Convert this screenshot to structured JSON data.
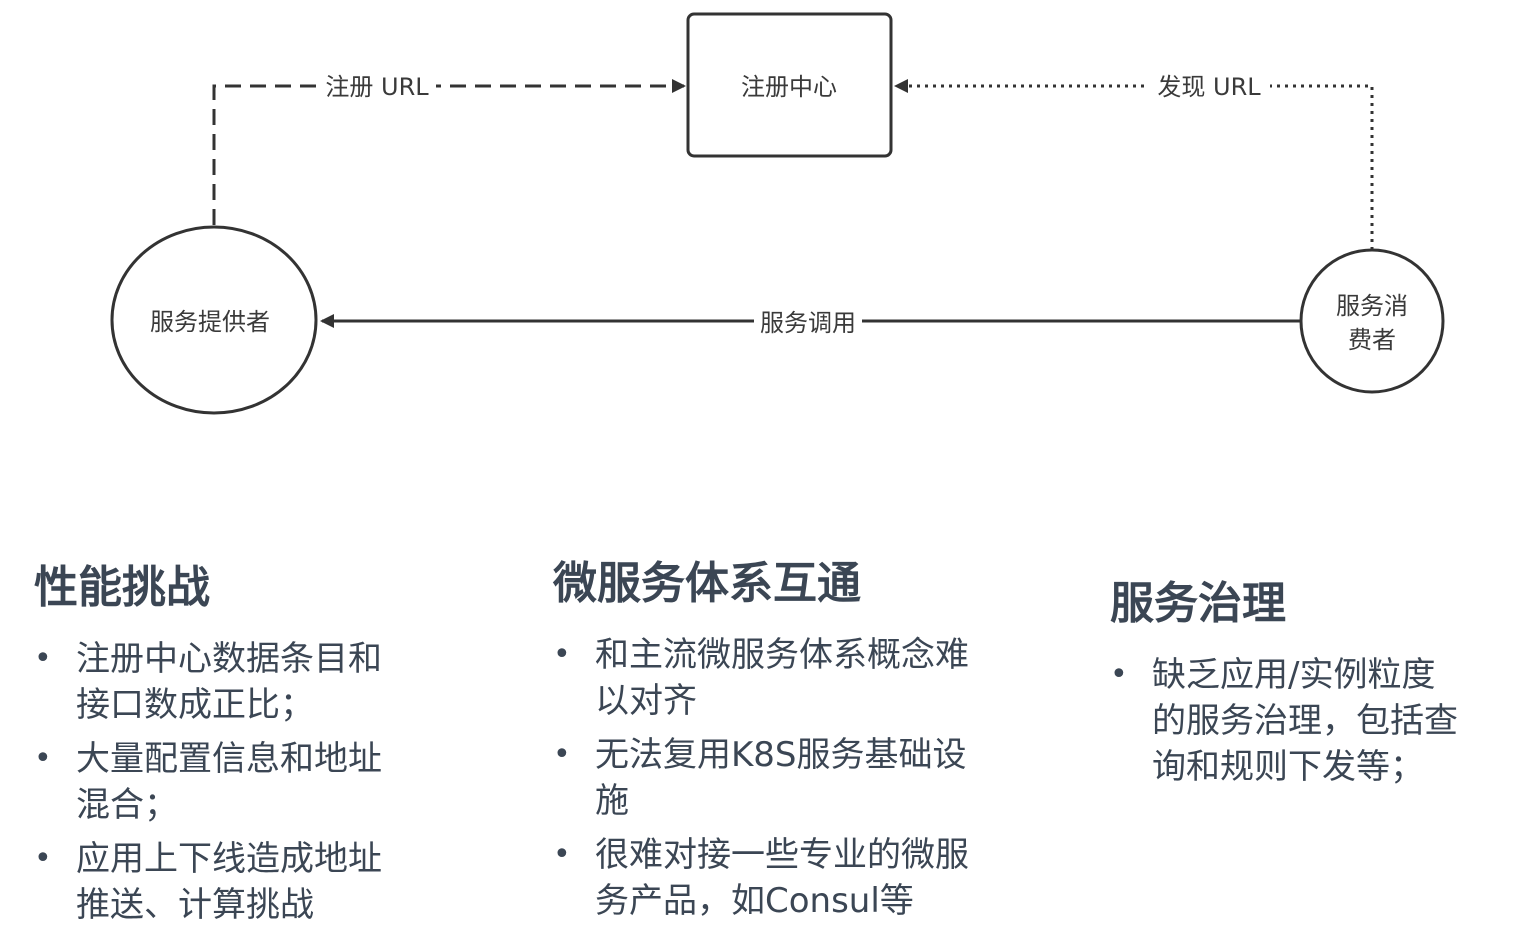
{
  "diagram": {
    "nodes": {
      "registry": "注册中心",
      "provider": "服务提供者",
      "consumer_line1": "服务消",
      "consumer_line2": "费者"
    },
    "edges": {
      "register": "注册 URL",
      "discover": "发现 URL",
      "invoke": "服务调用"
    }
  },
  "sections": [
    {
      "title": "性能挑战",
      "bullets": [
        {
          "lines": [
            "注册中心数据条目和",
            "接口数成正比；"
          ]
        },
        {
          "lines": [
            "大量配置信息和地址",
            "混合；"
          ]
        },
        {
          "lines": [
            "应用上下线造成地址",
            "推送、计算挑战"
          ]
        }
      ]
    },
    {
      "title": "微服务体系互通",
      "bullets": [
        {
          "lines": [
            "和主流微服务体系概念难",
            "以对齐"
          ]
        },
        {
          "lines": [
            "无法复用K8S服务基础设",
            "施"
          ]
        },
        {
          "lines": [
            "很难对接一些专业的微服",
            "务产品，如Consul等"
          ]
        }
      ]
    },
    {
      "title": "服务治理",
      "bullets": [
        {
          "lines": [
            "缺乏应用/实例粒度",
            "的服务治理，包括查",
            "询和规则下发等；"
          ]
        }
      ]
    }
  ],
  "bullet_symbol": "•"
}
